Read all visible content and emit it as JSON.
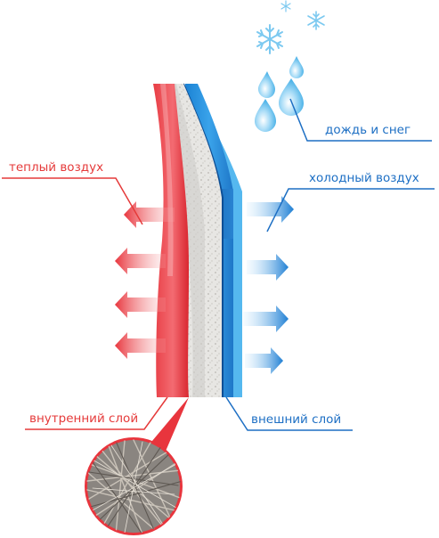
{
  "labels": {
    "warm_air": "теплый воздух",
    "cold_air": "холодный воздух",
    "rain_snow": "дождь и снег",
    "inner_layer": "внутренний слой",
    "outer_layer": "внешний слой"
  },
  "colors": {
    "red": "#e53a3a",
    "blue": "#1d6fc4",
    "light_blue": "#55b8ef",
    "fiber": "#e4e3e1"
  },
  "icons": [
    "snowflake-icon",
    "raindrop-icon",
    "arrow-icon",
    "fiber-magnifier-icon"
  ]
}
